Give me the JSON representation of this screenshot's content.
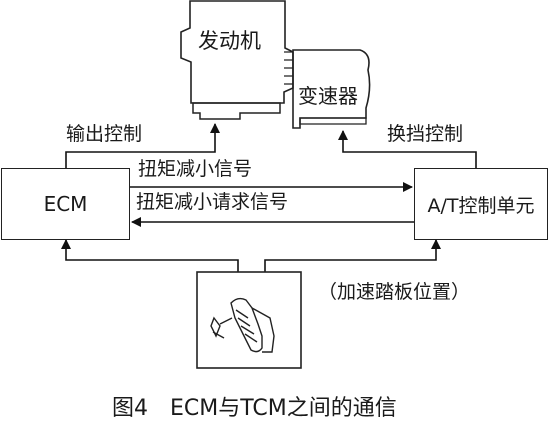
{
  "components": {
    "engine": "发动机",
    "transmission": "变速器",
    "ecm": "ECM",
    "at_unit": "A/T控制单元"
  },
  "signals": {
    "output_control": "输出控制",
    "shift_control": "换挡控制",
    "torque_reduce_signal": "扭矩减小信号",
    "torque_reduce_request": "扭矩减小请求信号",
    "accelerator_position": "（加速踏板位置）"
  },
  "caption": "图4　ECM与TCM之间的通信"
}
